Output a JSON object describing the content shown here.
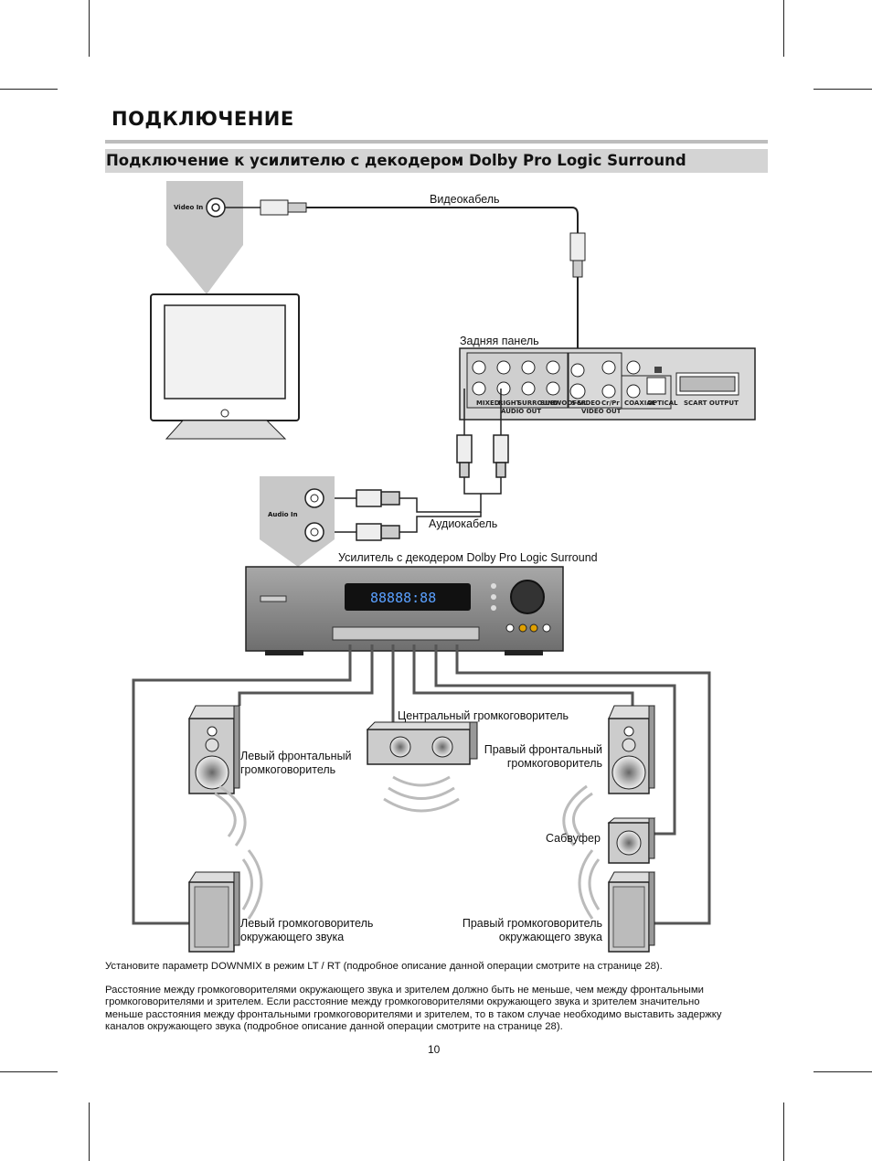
{
  "header": {
    "title": "ПОДКЛЮЧЕНИЕ"
  },
  "section": {
    "subtitle": "Подключение к усилителю с декодером Dolby Pro Logic Surround"
  },
  "diagram": {
    "video_in": "Video In",
    "video_cable": "Видеокабель",
    "rear_panel": "Задняя панель",
    "audio_in": "Audio In",
    "audio_cable": "Аудиокабель",
    "amplifier": "Усилитель с декодером Dolby Pro Logic Surround",
    "center_speaker": "Центральный громкоговоритель",
    "left_front_1": "Левый фронтальный",
    "left_front_2": "громкоговоритель",
    "right_front_1": "Правый фронтальный",
    "right_front_2": "громкоговоритель",
    "subwoofer": "Сабвуфер",
    "left_surround_1": "Левый громкоговоритель",
    "left_surround_2": "окружающего звука",
    "right_surround_1": "Правый громкоговоритель",
    "right_surround_2": "окружающего звука"
  },
  "notes": {
    "downmix": "Установите параметр DOWNMIX в режим LT / RT (подробное описание данной операции смотрите на странице 28).",
    "distance_1": "Расстояние между громкоговорителями окружающего звука и зрителем должно быть не меньше, чем между фронтальными",
    "distance_2": "громкоговорителями и зрителем. Если расстояние между громкоговорителями окружающего звука и зрителем значительно",
    "distance_3": "меньше расстояния между фронтальными громкоговорителями и зрителем, то в таком случае необходимо выставить задержку",
    "distance_4": "каналов окружающего звука (подробное описание данной операции смотрите на странице 28)."
  },
  "footer": {
    "page_number": "10"
  },
  "colors": {
    "panel_gray": "#d9d9d9",
    "amp_gray": "#8a8a8a",
    "display_blue": "#5aa0ff"
  }
}
